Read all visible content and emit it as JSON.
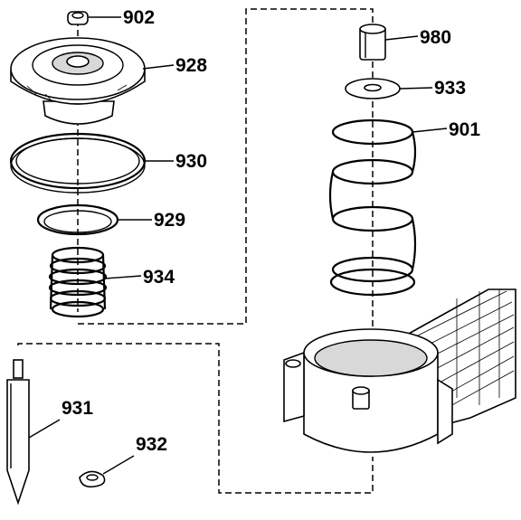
{
  "callouts": {
    "902": "902",
    "928": "928",
    "930": "930",
    "929": "929",
    "934": "934",
    "980": "980",
    "933": "933",
    "901": "901",
    "931": "931",
    "932": "932"
  }
}
